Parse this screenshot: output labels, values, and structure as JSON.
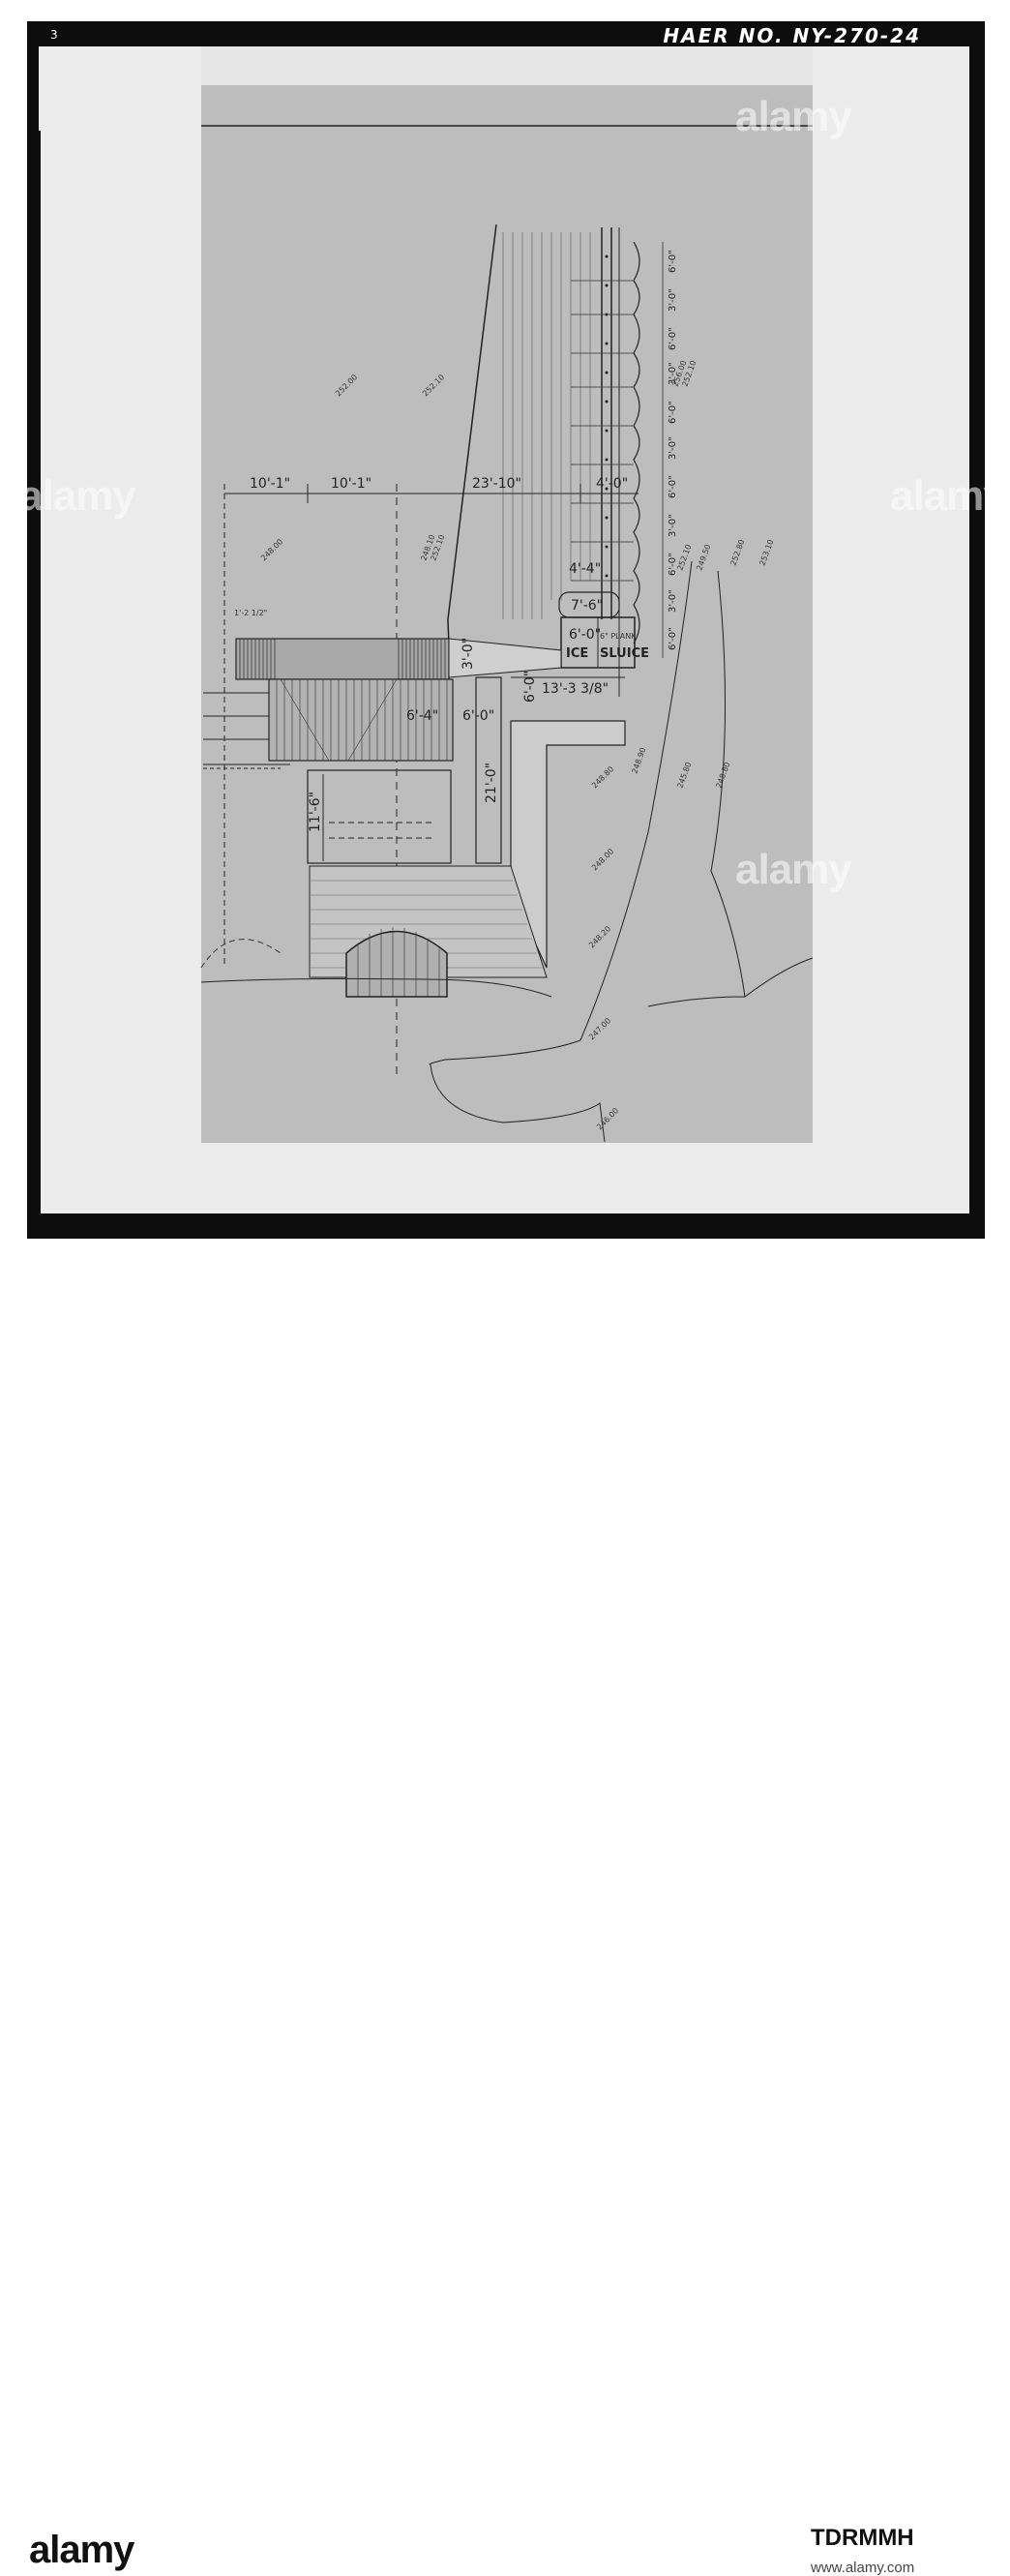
{
  "header": {
    "haer_number": "HAER NO. NY-270-24",
    "corner_mark": "3"
  },
  "dimensions": {
    "d1": "10'-1\"",
    "d2": "10'-1\"",
    "d3": "23'-10\"",
    "d4": "4'-0\"",
    "d5": "4'-4\"",
    "d6": "7'-6\"",
    "d7": "6'-0\"",
    "d8": "13'-3 3/8\"",
    "d9": "6'-4\"",
    "d10": "6'-0\"",
    "d11": "21'-0\"",
    "d12": "11'-6\"",
    "d13": "3'-0\"",
    "d14": "6'-0\"",
    "d15": "1'-2 1/2\"",
    "right_col": [
      "6'-0\"",
      "3'-0\"",
      "6'-0\"",
      "3'-0\"",
      "6'-0\"",
      "3'-0\"",
      "6'-0\"",
      "3'-0\"",
      "6'-0\"",
      "3'-0\"",
      "6'-0\""
    ]
  },
  "labels": {
    "ice": "ICE",
    "sluice": "SLUICE",
    "plank": "6\" PLANK"
  },
  "elevations": {
    "e1": "252.00",
    "e2": "252.10",
    "e3": "248.00",
    "e4": "248.10",
    "e5": "252.10",
    "e6": "256.00",
    "e7": "252.10",
    "e8": "252.10",
    "e9": "249.50",
    "e10": "252.80",
    "e11": "253.10",
    "e12": "248.80",
    "e13": "248.90",
    "e14": "245.80",
    "e15": "248.80",
    "e16": "248.00",
    "e17": "248.20",
    "e18": "247.00",
    "e19": "246.00"
  },
  "footer": {
    "logo": "alamy",
    "image_id": "TDRMMH",
    "url": "www.alamy.com"
  },
  "watermark": "alamy",
  "colors": {
    "frame": "#0d0d0d",
    "sheet": "#bdbdbd",
    "mat": "#ececec"
  }
}
